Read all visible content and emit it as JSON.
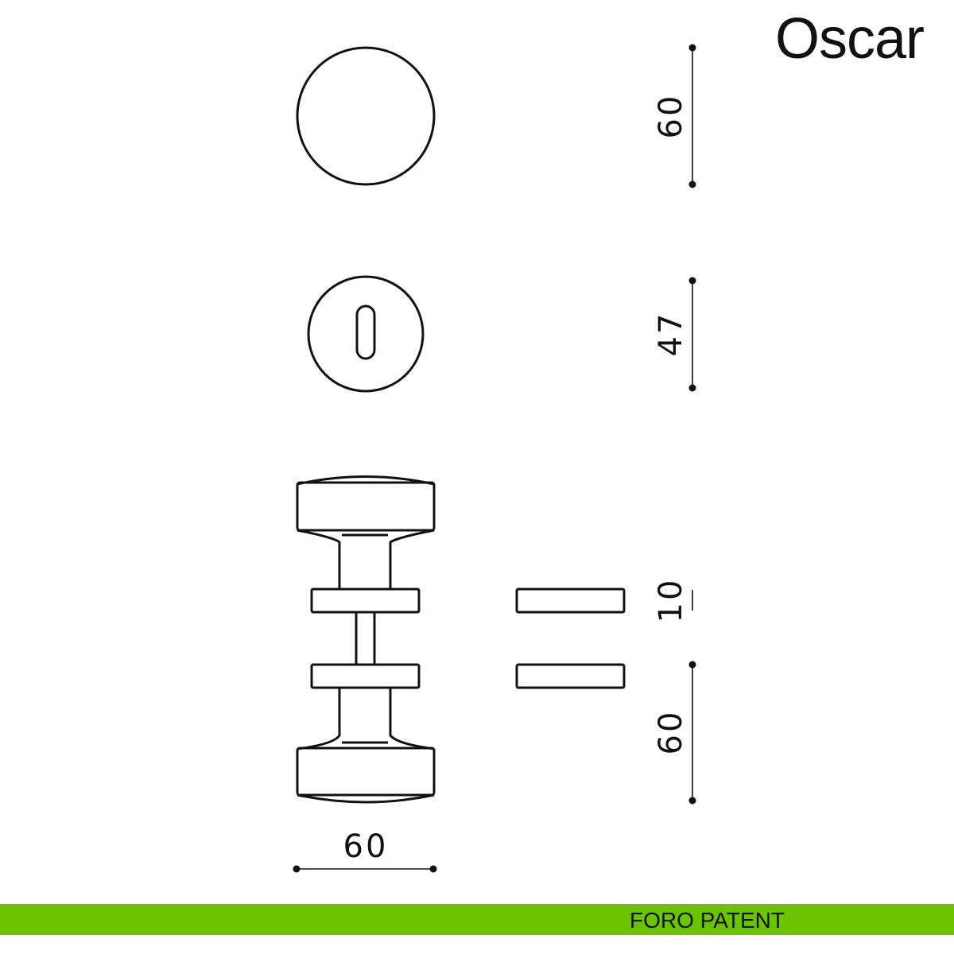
{
  "title": "Oscar",
  "footer": {
    "label": "FORO PATENT",
    "color": "#6cc400"
  },
  "dimensions": {
    "rose_diameter": "60",
    "escutcheon_diameter": "47",
    "rose_thickness": "10",
    "knob_depth": "60",
    "knob_diameter": "60"
  }
}
